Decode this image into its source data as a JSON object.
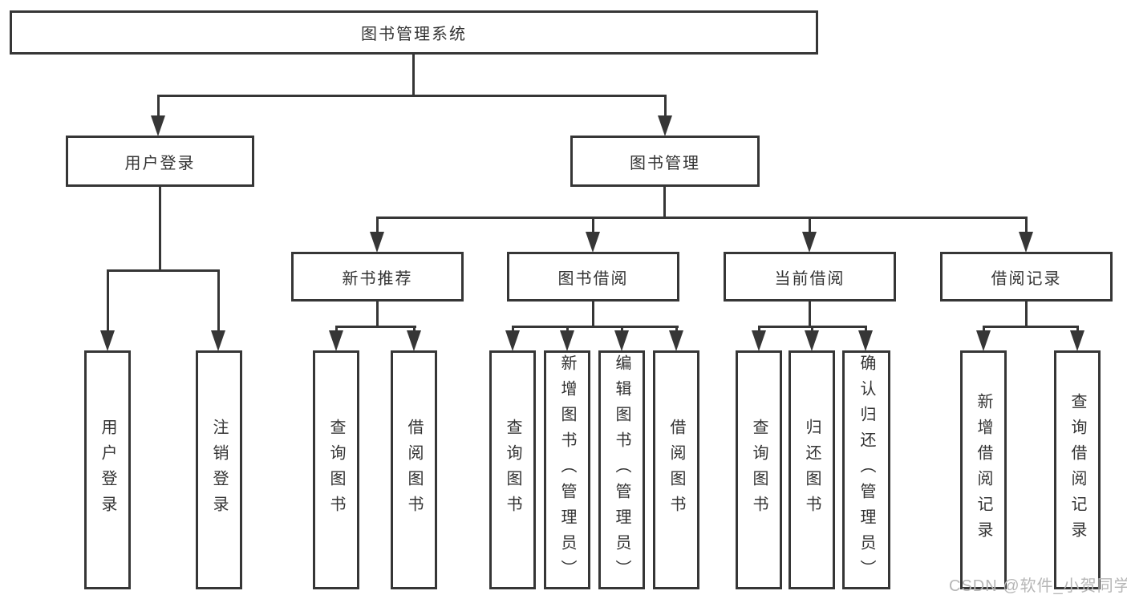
{
  "tree": {
    "root": {
      "label": "图书管理系统"
    },
    "branches": {
      "user_login": {
        "label": "用户登录",
        "children": {
          "login": {
            "label": "用户登录"
          },
          "logout": {
            "label": "注销登录"
          }
        }
      },
      "book_management": {
        "label": "图书管理",
        "sections": {
          "new_book_recommend": {
            "label": "新书推荐",
            "children": {
              "query_books": {
                "label": "查询图书"
              },
              "borrow_books": {
                "label": "借阅图书"
              }
            }
          },
          "book_borrow": {
            "label": "图书借阅",
            "children": {
              "query_books": {
                "label": "查询图书"
              },
              "add_books": {
                "label": "新增图书（管理员）"
              },
              "edit_books": {
                "label": "编辑图书（管理员）"
              },
              "borrow_books": {
                "label": "借阅图书"
              }
            }
          },
          "current_borrow": {
            "label": "当前借阅",
            "children": {
              "query_books": {
                "label": "查询图书"
              },
              "return_books": {
                "label": "归还图书"
              },
              "confirm_return": {
                "label": "确认归还（管理员）"
              }
            }
          },
          "borrow_records": {
            "label": "借阅记录",
            "children": {
              "add_record": {
                "label": "新增借阅记录"
              },
              "query_record": {
                "label": "查询借阅记录"
              }
            }
          }
        }
      }
    }
  },
  "watermark": {
    "text": "CSDN @软件_小贺同学"
  },
  "colors": {
    "line": "#363636",
    "text": "#333333",
    "watermark": "#b6b6b6",
    "background": "#ffffff"
  }
}
